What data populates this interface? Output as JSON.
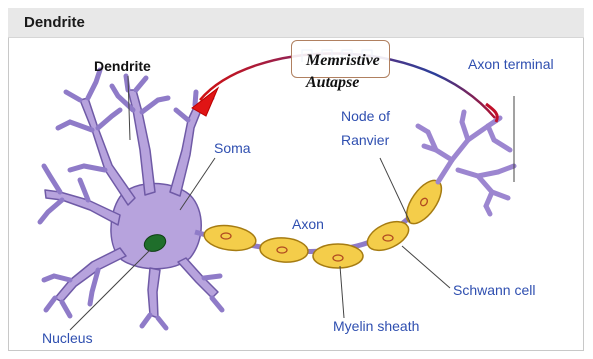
{
  "header": {
    "title": "Dendrite"
  },
  "labels": {
    "dendrite": "Dendrite",
    "axon_terminal": "Axon terminal",
    "soma": "Soma",
    "node_line1": "Node of",
    "node_line2": "Ranvier",
    "axon": "Axon",
    "schwann": "Schwann cell",
    "myelin": "Myelin sheath",
    "nucleus": "Nucleus"
  },
  "autapse": {
    "line1": "Memristive",
    "line2": "Autapse"
  },
  "colors": {
    "neuron_fill": "#b7a3dd",
    "neuron_stroke": "#6f5aa6",
    "myelin_fill": "#f4cd4a",
    "myelin_stroke": "#a67c12",
    "nucleus": "#1f6e2b",
    "label_blue": "#2f4fb0",
    "arrow_start": "#1f3f9a",
    "arrow_end": "#d01010"
  }
}
